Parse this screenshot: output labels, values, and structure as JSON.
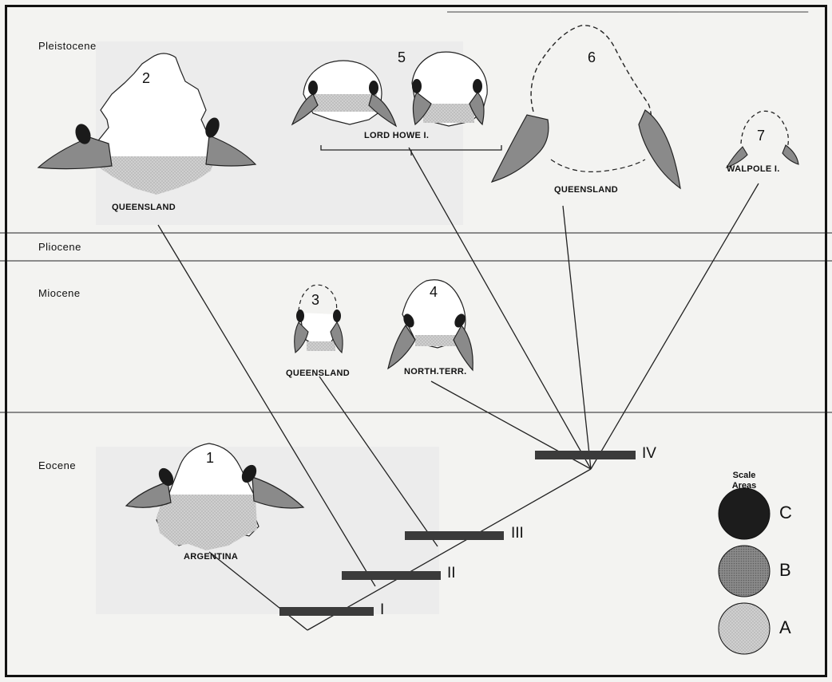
{
  "epochs": {
    "pleistocene": "Pleistocene",
    "pliocene": "Pliocene",
    "miocene": "Miocene",
    "eocene": "Eocene"
  },
  "specimens": [
    {
      "number": "1",
      "location": "ARGENTINA"
    },
    {
      "number": "2",
      "location": "QUEENSLAND"
    },
    {
      "number": "3",
      "location": "QUEENSLAND"
    },
    {
      "number": "4",
      "location": "NORTH.TERR."
    },
    {
      "number": "5",
      "location": "LORD HOWE I."
    },
    {
      "number": "6",
      "location": "QUEENSLAND"
    },
    {
      "number": "7",
      "location": "WALPOLE I."
    }
  ],
  "nodes": [
    "I",
    "II",
    "III",
    "IV"
  ],
  "scale": {
    "title_line1": "Scale",
    "title_line2": "Areas",
    "items": [
      {
        "label": "C",
        "color": "#1c1c1c"
      },
      {
        "label": "B",
        "color": "#7a7a7a"
      },
      {
        "label": "A",
        "color": "#c3c3c3"
      }
    ]
  },
  "colors": {
    "horn_core": "#888888",
    "base_shade": "#c8c8c8",
    "knob": "#1a1a1a",
    "node_bar": "#3b3b3b",
    "line": "#222222"
  }
}
